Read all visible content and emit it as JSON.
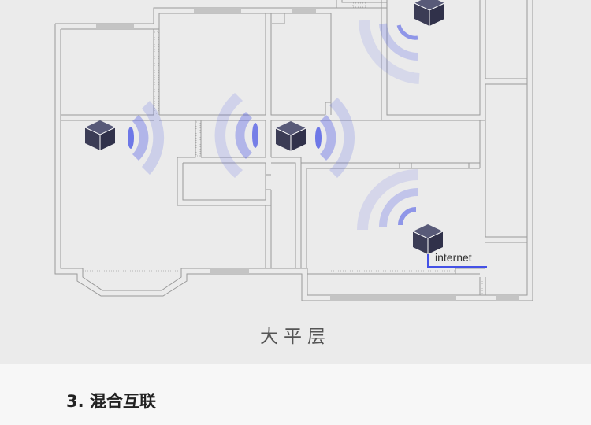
{
  "plan": {
    "title": "大平层",
    "internet_label": "internet",
    "colors": {
      "background": "#ebebeb",
      "wall": "#9a9a9a",
      "router": "#3b3c55",
      "signal": "#4451e6",
      "internet_line": "#4451e6"
    }
  },
  "section": {
    "heading": "3. 混合互联"
  }
}
